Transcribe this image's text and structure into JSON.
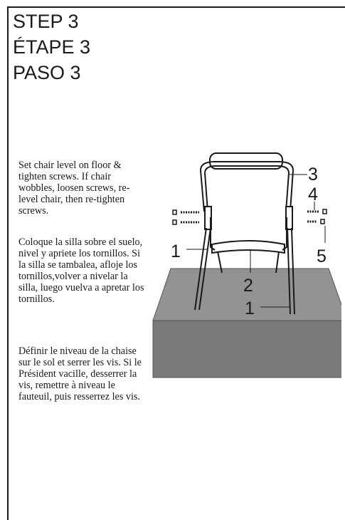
{
  "headings": {
    "en": "STEP 3",
    "fr": "ÉTAPE 3",
    "es": "PASO 3"
  },
  "instructions": {
    "en": "Set chair level on floor & tighten screws. If chair wobbles, loosen screws, re-level chair, then re-tighten screws.",
    "es": "Coloque la silla sobre el suelo, nivel y apriete los tornillos. Si la silla se tambalea, afloje los tornillos,volver a nivelar la silla, luego vuelva a apretar los tornillos.",
    "fr": "Définir le niveau de la chaise sur le sol et serrer les vis. Si le Président vacille, desserrer la vis, remettre à niveau le fauteuil, puis resserrez les vis."
  },
  "callouts": {
    "backrest": "3",
    "screw": "4",
    "washer": "5",
    "armrest": "1",
    "seat": "2",
    "leg": "1"
  },
  "colors": {
    "platform_top": "#939393",
    "platform_front": "#7a7a7a",
    "line": "#1a1a1a"
  }
}
